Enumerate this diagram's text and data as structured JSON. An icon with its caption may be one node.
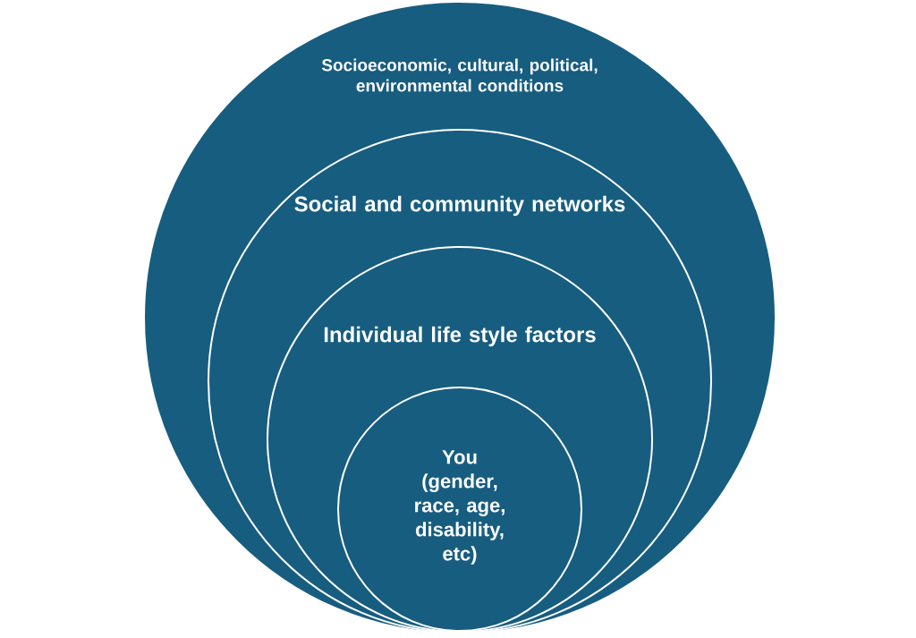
{
  "diagram": {
    "nodes": [
      {
        "text": [
          "Socioeconomic, cultural, political, environmental conditions"
        ]
      },
      {
        "text": [
          "Social and community networks"
        ],
        "in": 0
      },
      {
        "text": [
          "Individual life style factors"
        ],
        "in": 1
      },
      {
        "text": [
          "You (gender, race, age, disability, etc)"
        ],
        "in": 2
      }
    ]
  }
}
